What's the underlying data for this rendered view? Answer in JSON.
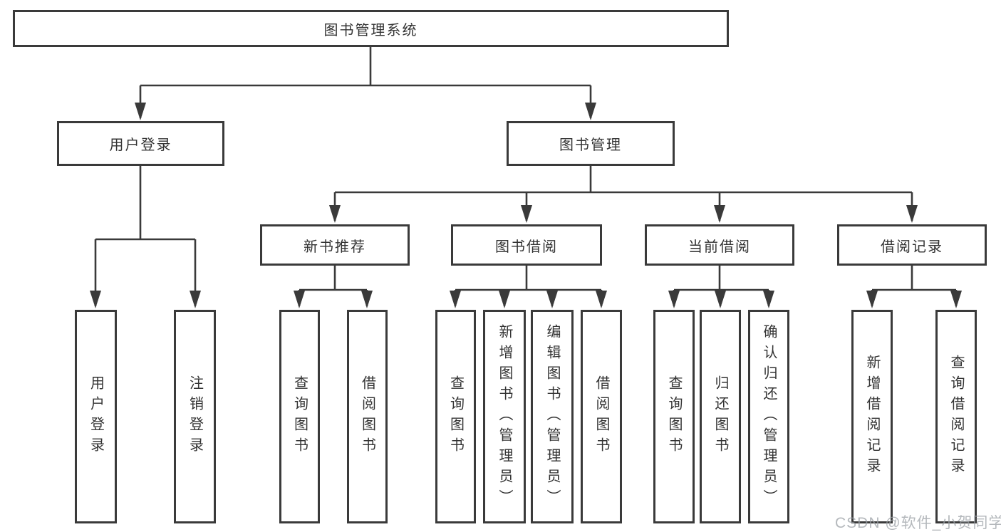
{
  "tree": {
    "root": {
      "label": "图书管理系统"
    },
    "branches": [
      {
        "label": "用户登录",
        "children": [
          {
            "label": "用户登录"
          },
          {
            "label": "注销登录"
          }
        ]
      },
      {
        "label": "图书管理",
        "children": [
          {
            "label": "新书推荐",
            "children": [
              {
                "label": "查询图书"
              },
              {
                "label": "借阅图书"
              }
            ]
          },
          {
            "label": "图书借阅",
            "children": [
              {
                "label": "查询图书"
              },
              {
                "label": "新增图书（管理员）"
              },
              {
                "label": "编辑图书（管理员）"
              },
              {
                "label": "借阅图书"
              }
            ]
          },
          {
            "label": "当前借阅",
            "children": [
              {
                "label": "查询图书"
              },
              {
                "label": "归还图书"
              },
              {
                "label": "确认归还（管理员）"
              }
            ]
          },
          {
            "label": "借阅记录",
            "children": [
              {
                "label": "新增借阅记录"
              },
              {
                "label": "查询借阅记录"
              }
            ]
          }
        ]
      }
    ]
  },
  "watermark": {
    "text": "CSDN @软件_小贺同学"
  },
  "colors": {
    "line": "#3a3a3a",
    "box_border": "#3a3a3a",
    "box_background": "#ffffff",
    "text": "#333333",
    "watermark_text": "#9ba0a5",
    "page_background": "#ffffff"
  }
}
